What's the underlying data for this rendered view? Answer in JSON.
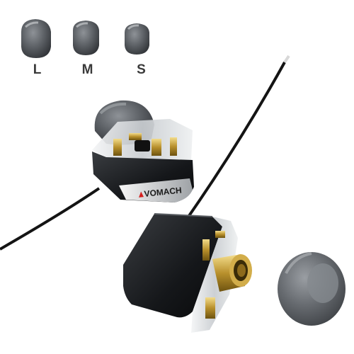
{
  "brand": "VOMACH",
  "ear_tip_sizes": [
    "L",
    "M",
    "S"
  ],
  "colors": {
    "background": "#ffffff",
    "cable": "#141414",
    "shell_dark": "#1d1f22",
    "shell_clear": "#d9dcde",
    "gold": "#c9a23a",
    "ear_tip": "#5e6268",
    "brand_red": "#d4201f"
  }
}
